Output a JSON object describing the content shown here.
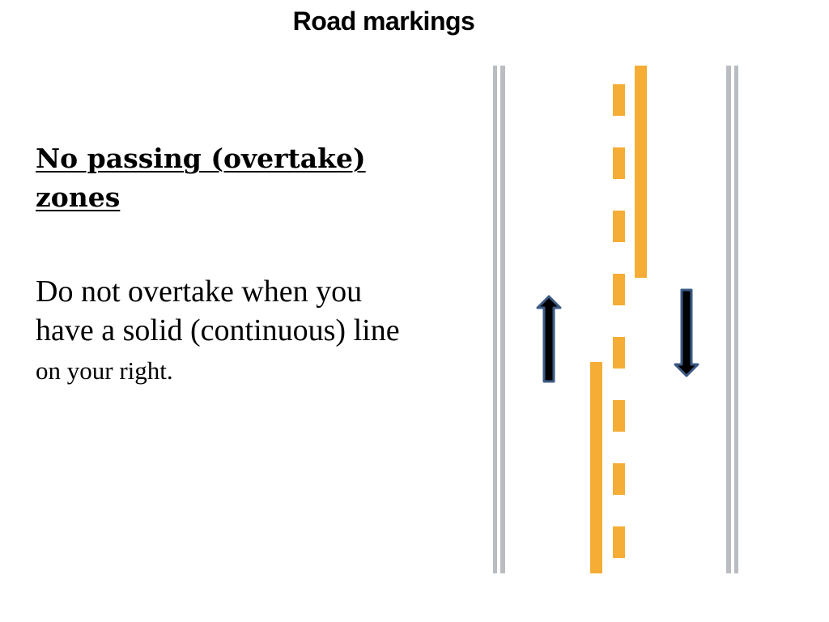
{
  "slide": {
    "title": "Road markings",
    "heading": "No passing (overtake) zones",
    "body_main": "Do not overtake when you have a solid (continuous) line",
    "body_tail": "on your right."
  },
  "colors": {
    "edge_line": "#b9bcc0",
    "center_line": "#f5ad35",
    "arrow_fill": "#000000",
    "arrow_stroke": "#3c5a84",
    "text": "#000000",
    "background": "#ffffff"
  },
  "diagram": {
    "arrows": [
      {
        "name": "northbound-arrow-icon",
        "direction": "up"
      },
      {
        "name": "southbound-arrow-icon",
        "direction": "down"
      }
    ]
  }
}
